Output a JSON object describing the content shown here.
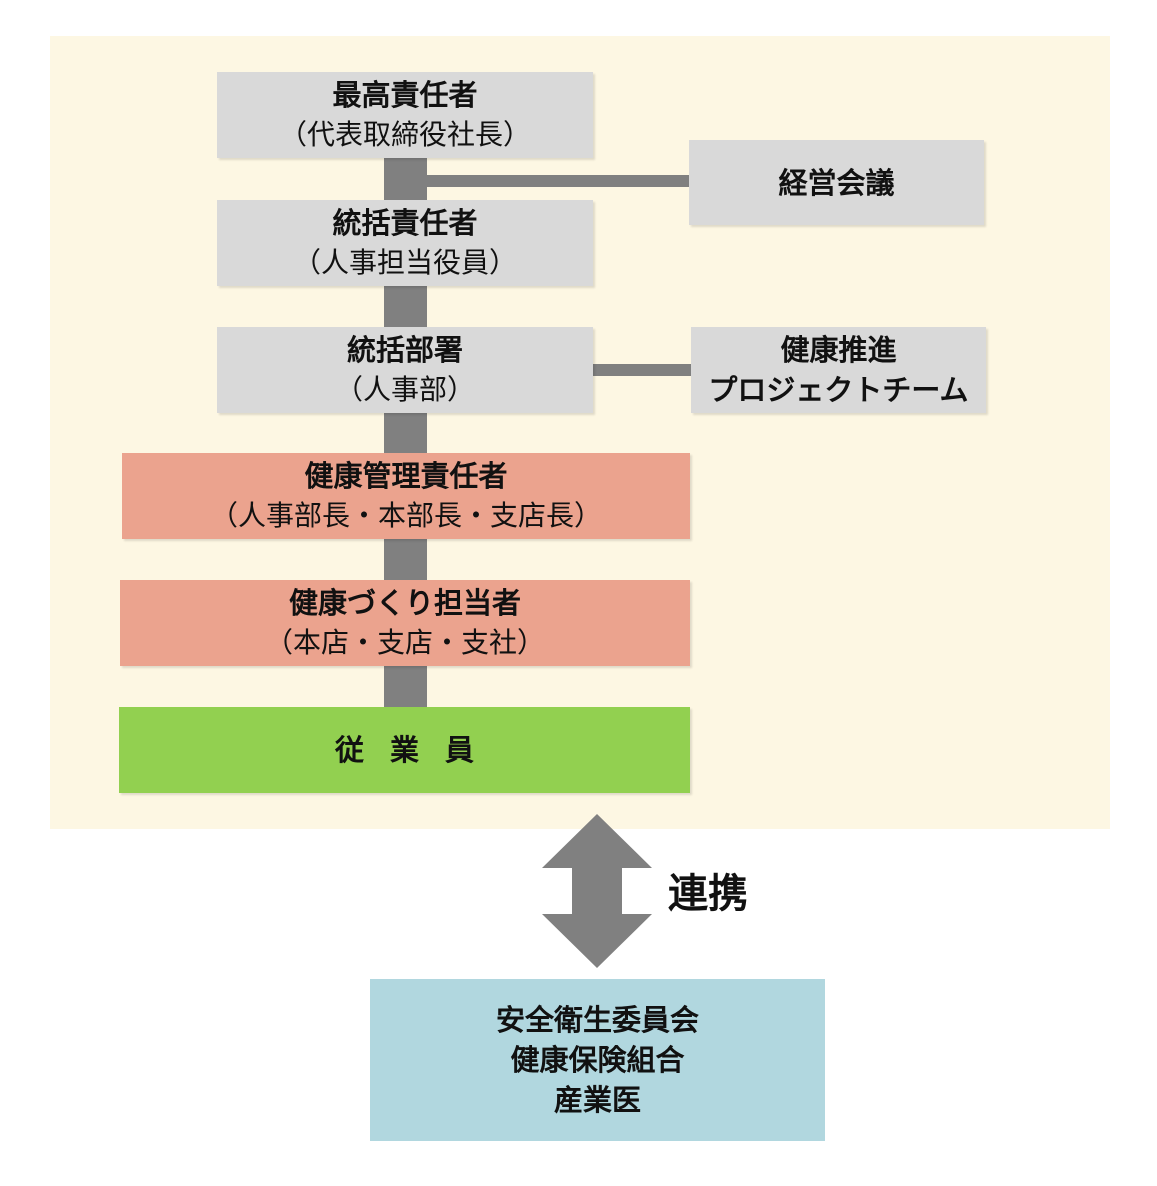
{
  "nodes": {
    "top_exec": {
      "title": "最高責任者",
      "subtitle": "（代表取締役社長）"
    },
    "management_meeting": {
      "title": "経営会議"
    },
    "general_manager": {
      "title": "統括責任者",
      "subtitle": "（人事担当役員）"
    },
    "general_dept": {
      "title": "統括部署",
      "subtitle": "（人事部）"
    },
    "health_project_team": {
      "line1": "健康推進",
      "line2": "プロジェクトチーム"
    },
    "health_manager": {
      "title": "健康管理責任者",
      "subtitle": "（人事部長・本部長・支店長）"
    },
    "health_staff": {
      "title": "健康づくり担当者",
      "subtitle": "（本店・支店・支社）"
    },
    "employees": {
      "title": "従業員"
    },
    "partners": {
      "line1": "安全衛生委員会",
      "line2": "健康保険組合",
      "line3": "産業医"
    }
  },
  "link_label": "連携",
  "colors": {
    "panel_background": "#fdf7e3",
    "gray_box": "#d9d9d9",
    "salmon_box": "#eba38e",
    "green_box": "#92d050",
    "blue_box": "#b1d7df",
    "connector": "#808080"
  },
  "icons": {
    "link_arrow": "double-vertical-arrow-icon"
  }
}
